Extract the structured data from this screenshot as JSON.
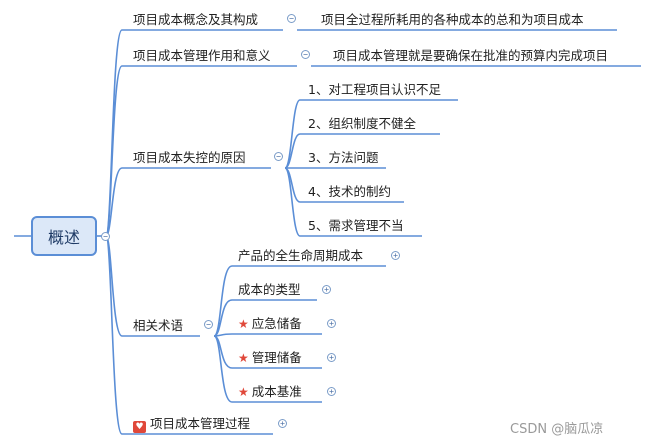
{
  "root": {
    "label": "概述"
  },
  "branches": [
    {
      "label": "项目成本概念及其构成",
      "child": "项目全过程所耗用的各种成本的总和为项目成本"
    },
    {
      "label": "项目成本管理作用和意义",
      "child": "项目成本管理就是要确保在批准的预算内完成项目"
    },
    {
      "label": "项目成本失控的原因",
      "children": [
        "1、对工程项目认识不足",
        "2、组织制度不健全",
        "3、方法问题",
        "4、技术的制约",
        "5、需求管理不当"
      ]
    },
    {
      "label": "相关术语",
      "children": [
        {
          "label": "产品的全生命周期成本",
          "icon": ""
        },
        {
          "label": "成本的类型",
          "icon": ""
        },
        {
          "label": "应急储备",
          "icon": "star-icon"
        },
        {
          "label": "管理储备",
          "icon": "star-icon"
        },
        {
          "label": "成本基准",
          "icon": "star-icon"
        }
      ]
    },
    {
      "label": "项目成本管理过程",
      "icon": "heart-icon"
    }
  ],
  "watermark": "CSDN @脑瓜凉",
  "colors": {
    "line": "#5b8ed6",
    "root_fill": "#dce8f8",
    "icon_red": "#e0483a"
  }
}
